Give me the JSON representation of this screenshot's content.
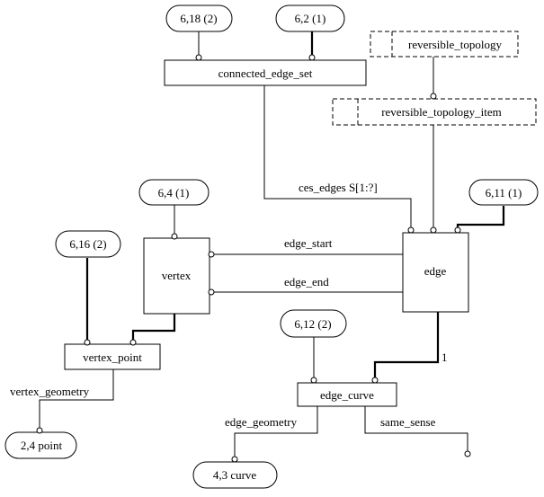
{
  "entities": {
    "connected_edge_set": "connected_edge_set",
    "reversible_topology": "reversible_topology",
    "reversible_topology_item": "reversible_topology_item",
    "vertex": "vertex",
    "edge": "edge",
    "vertex_point": "vertex_point",
    "edge_curve": "edge_curve"
  },
  "page_refs": {
    "ref_6_18": "6,18 (2)",
    "ref_6_2": "6,2 (1)",
    "ref_6_4": "6,4 (1)",
    "ref_6_16": "6,16 (2)",
    "ref_6_11": "6,11 (1)",
    "ref_6_12": "6,12 (2)",
    "ref_2_4": "2,4 point",
    "ref_4_3": "4,3 curve"
  },
  "relations": {
    "ces_edges": "ces_edges S[1:?]",
    "edge_start": "edge_start",
    "edge_end": "edge_end",
    "vertex_geometry": "vertex_geometry",
    "edge_geometry": "edge_geometry",
    "same_sense": "same_sense",
    "cardinality_one": "1"
  }
}
